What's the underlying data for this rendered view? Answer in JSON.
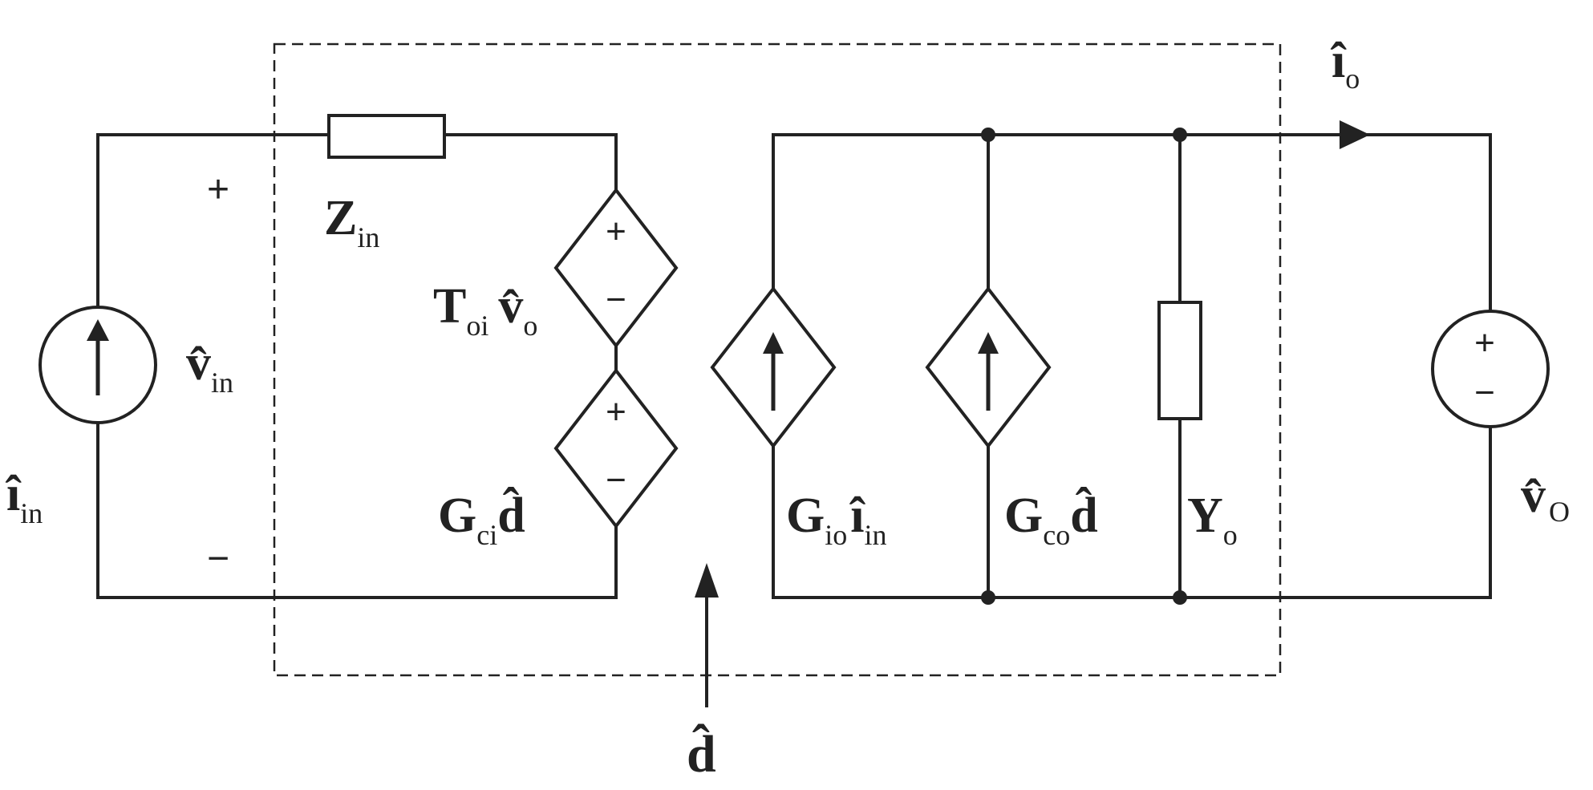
{
  "diagram": {
    "signs": {
      "plus": "+",
      "minus": "−"
    },
    "labels": {
      "z_in": {
        "base": "Z",
        "sub": "in"
      },
      "v_in": {
        "base": "v̂",
        "sub": "in"
      },
      "i_in": {
        "base": "î",
        "sub": "in"
      },
      "t_oi": {
        "base": "T",
        "sub": "oi",
        "tail": "v̂",
        "tail_sub": "o"
      },
      "g_ci": {
        "base": "G",
        "sub": "ci",
        "tail": "d̂"
      },
      "g_io": {
        "base": "G",
        "sub": "io",
        "tail": "î",
        "tail_sub": "in"
      },
      "g_co": {
        "base": "G",
        "sub": "co",
        "tail": "d̂"
      },
      "y_o": {
        "base": "Y",
        "sub": "o"
      },
      "i_o": {
        "base": "î",
        "sub": "o"
      },
      "v_o": {
        "base": "v̂",
        "sub": "O"
      },
      "d": {
        "base": "d̂"
      }
    },
    "colors": {
      "stroke": "#222222",
      "background": "#ffffff"
    },
    "icons": {
      "input_source": "current-source-icon",
      "output_source": "voltage-source-icon",
      "dependent_voltage": "dependent-voltage-source-icon",
      "dependent_current": "dependent-current-source-icon",
      "impedance": "resistor-icon"
    }
  }
}
